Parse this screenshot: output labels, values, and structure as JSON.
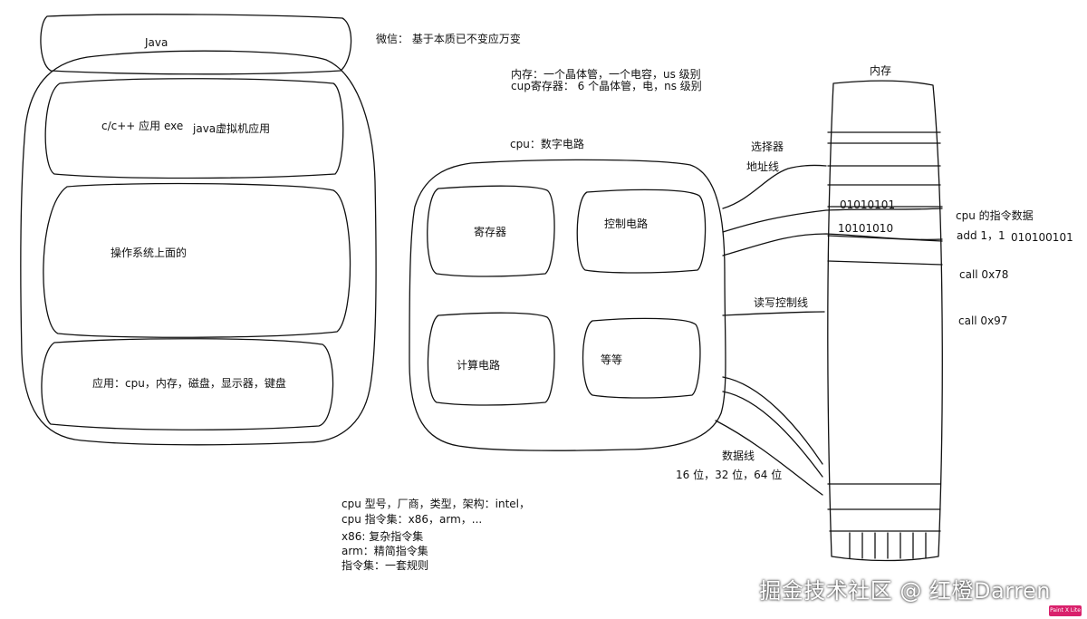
{
  "left_stack": {
    "java": "Java",
    "c_app": "c/c++ 应用 exe",
    "jvm_app": "java虚拟机应用",
    "os": "操作系统上面的",
    "hardware": "应用：cpu，内存，磁盘，显示器，键盘"
  },
  "notes": {
    "wechat": "微信：  基于本质已不变应万变",
    "mem_line": "内存：一个晶体管，一个电容，us 级别",
    "reg_line": "cup寄存器：  6 个晶体管，电，ns 级别"
  },
  "cpu": {
    "title": "cpu：数字电路",
    "register": "寄存器",
    "control": "控制电路",
    "compute": "计算电路",
    "etc": "等等"
  },
  "wires": {
    "selector": "选择器",
    "address": "地址线",
    "rw_control": "读写控制线",
    "data": "数据线",
    "bits": "16 位，32 位，64 位"
  },
  "memory": {
    "title": "内存",
    "bits1": "01010101",
    "bits2": "10101010",
    "instr_data": "cpu 的指令数据",
    "add": "add 1，1",
    "add_bits": "010100101",
    "call1": "call  0x78",
    "call2": "call 0x97"
  },
  "instruction_set": {
    "line1": "cpu 型号，厂商，类型，架构：intel，",
    "line2": "cpu 指令集：x86，arm，...",
    "line3": "x86: 复杂指令集",
    "line4": "arm：精简指令集",
    "line5": "指令集：一套规则"
  },
  "watermark": "掘金技术社区 @ 红橙Darren",
  "badge": "Paint X Lite"
}
